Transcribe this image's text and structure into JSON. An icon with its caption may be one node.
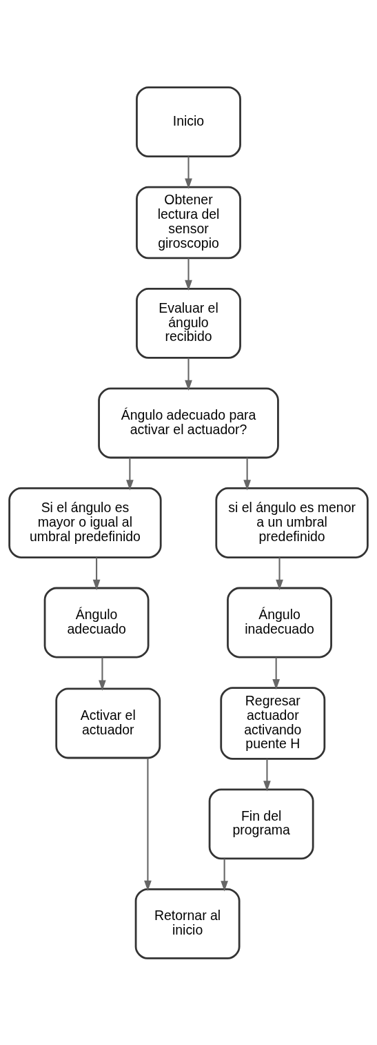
{
  "diagram": {
    "nodes": [
      {
        "text": [
          "Inicio"
        ]
      },
      {
        "text": [
          "Obtener lectura del sensor giroscopio"
        ]
      },
      {
        "text": [
          "Evaluar el ángulo recibido"
        ]
      },
      {
        "text": [
          "Ángulo adecuado para activar el actuador?"
        ]
      },
      {
        "text": [
          "Si el ángulo es mayor o igual al umbral predefinido"
        ]
      },
      {
        "text": [
          "si el ángulo es menor a un umbral predefinido"
        ]
      },
      {
        "text": [
          "Ángulo adecuado"
        ]
      },
      {
        "text": [
          "Ángulo inadecuado"
        ]
      },
      {
        "text": [
          "Activar el actuador"
        ]
      },
      {
        "text": [
          "Regresar actuador activando puente H"
        ]
      },
      {
        "text": [
          "Fin del programa"
        ]
      },
      {
        "text": [
          "Retornar al inicio"
        ]
      }
    ],
    "edges": [
      {
        "from": 0,
        "to": 1,
        "arrow": "to"
      },
      {
        "from": 1,
        "to": 2,
        "arrow": "to"
      },
      {
        "from": 2,
        "to": 3,
        "arrow": "to"
      },
      {
        "from": 3,
        "to": 4,
        "arrow": "to"
      },
      {
        "from": 3,
        "to": 5,
        "arrow": "to"
      },
      {
        "from": 4,
        "to": 6,
        "arrow": "to"
      },
      {
        "from": 6,
        "to": 8,
        "arrow": "to"
      },
      {
        "from": 5,
        "to": 7,
        "arrow": "to"
      },
      {
        "from": 7,
        "to": 9,
        "arrow": "to"
      },
      {
        "from": 9,
        "to": 10,
        "arrow": "to"
      },
      {
        "from": 8,
        "to": 11,
        "arrow": "to"
      },
      {
        "from": 10,
        "to": 11,
        "arrow": "to"
      }
    ]
  }
}
